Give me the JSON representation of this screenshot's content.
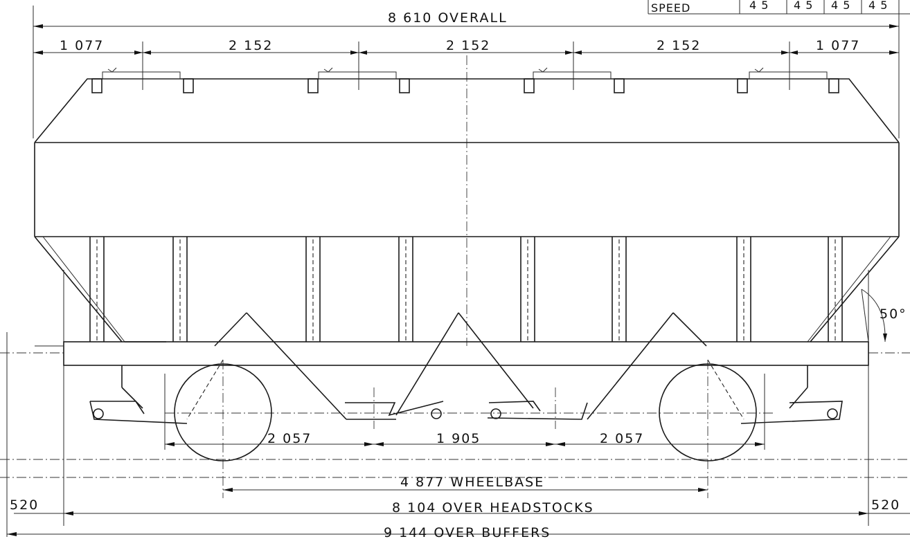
{
  "speed_table": {
    "label": "SPEED",
    "values": [
      "4 5",
      "4 5",
      "4 5",
      "4 5"
    ]
  },
  "dimensions": {
    "overall": "8 610 OVERALL",
    "end_spacing_left": "1 077",
    "bay_spacing_1": "2 152",
    "bay_spacing_2": "2 152",
    "bay_spacing_3": "2 152",
    "end_spacing_right": "1 077",
    "axle_to_hopper_left": "2 057",
    "hopper_spacing": "1 905",
    "axle_to_hopper_right": "2 057",
    "wheelbase": "4 877 WHEELBASE",
    "over_headstocks": "8 104 OVER HEADSTOCKS",
    "over_buffers": "9 144 OVER BUFFERS",
    "buffer_left": "520",
    "buffer_right": "520",
    "angle": "50°"
  }
}
